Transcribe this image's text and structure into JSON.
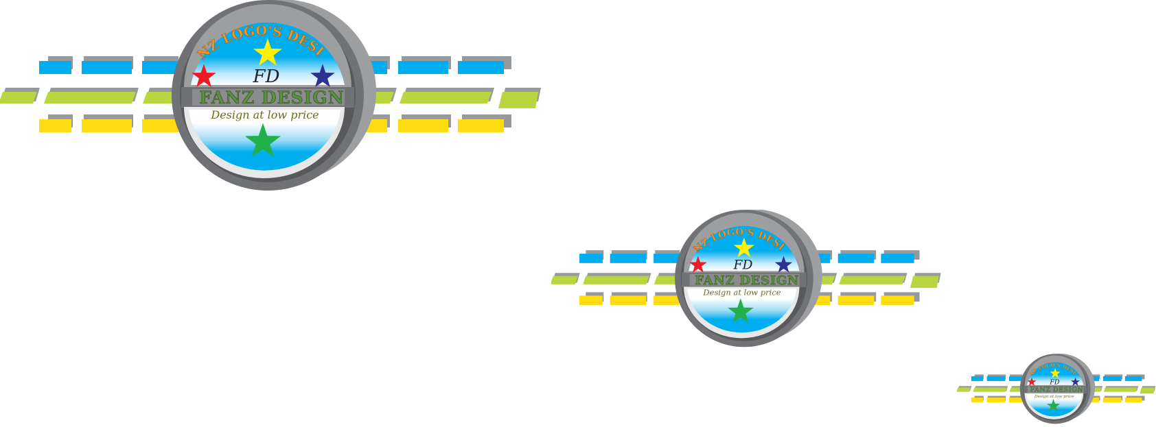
{
  "logo": {
    "arc_title": "FANZ LOGO'S DESIGN",
    "monogram": "FD",
    "brand_name": "FANZ DESIGN",
    "tagline": "Design at low price"
  },
  "colors": {
    "blue": "#00ADEF",
    "green": "#B9D640",
    "yellow": "#FFDB0F",
    "ring": "#707275",
    "ring_back": "#9C9EA0",
    "shadow": "#979A9C",
    "arc_text": "#F7941D",
    "brand_text": "#5B8E3E",
    "tagline_text": "#6B6B1F",
    "star_yellow": "#FFF200",
    "star_red": "#ED1C24",
    "star_blue": "#2E3192",
    "star_green": "#22B04C"
  },
  "copies": [
    {
      "name": "logo-large"
    },
    {
      "name": "logo-medium"
    },
    {
      "name": "logo-small"
    }
  ]
}
